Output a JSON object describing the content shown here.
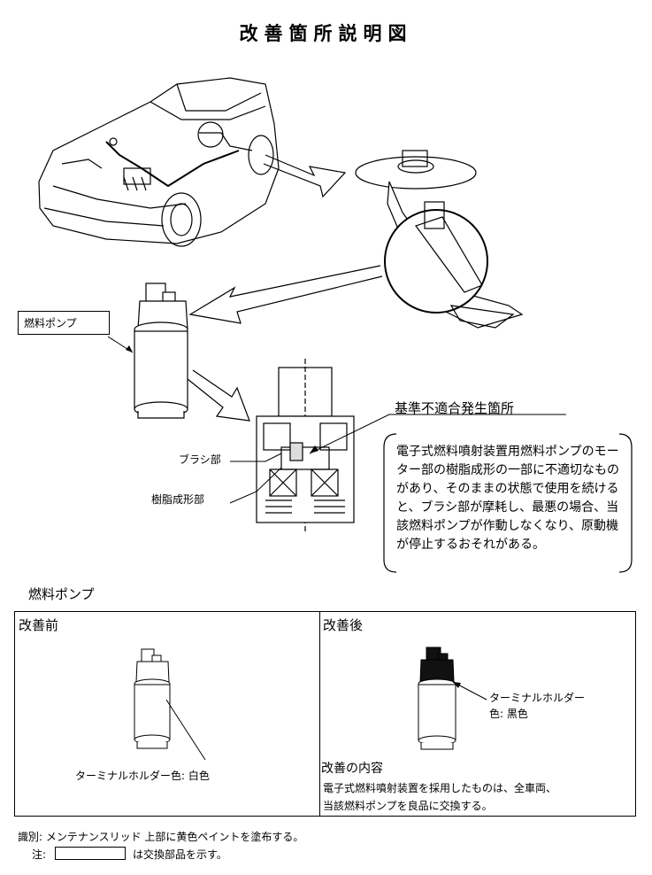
{
  "title": "改善箇所説明図",
  "diagram": {
    "fuel_pump_label": "燃料ポンプ",
    "brush_label": "ブラシ部",
    "resin_label": "樹脂成形部",
    "defect_location": "基準不適合発生箇所",
    "description": "電子式燃料噴射装置用燃料ポンプのモーター部の樹脂成形の一部に不適切なものがあり、そのままの状態で使用を続けると、ブラシ部が摩耗し、最悪の場合、当該燃料ポンプが作動しなくなり、原動機が停止するおそれがある。"
  },
  "section_title": "燃料ポンプ",
  "before": {
    "heading": "改善前",
    "caption": "ターミナルホルダー色: 白色"
  },
  "after": {
    "heading": "改善後",
    "callout_line1": "ターミナルホルダー",
    "callout_line2": "色: 黒色",
    "content_heading": "改善の内容",
    "content_line1": "電子式燃料噴射装置を採用したものは、全車両、",
    "content_line2": "当該燃料ポンプを良品に交換する。"
  },
  "footer": {
    "identification": "識別: メンテナンスリッド 上部に黄色ペイントを塗布する。",
    "note_label": "注:",
    "note_text": "は交換部品を示す。"
  }
}
